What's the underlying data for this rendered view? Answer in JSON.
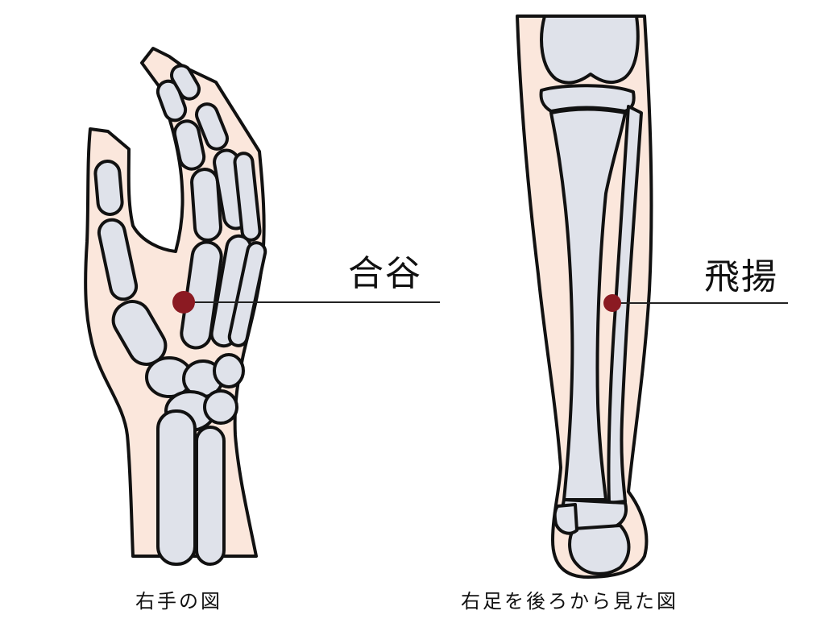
{
  "colors": {
    "skin": "#fbe7dc",
    "bone": "#dfe2ea",
    "outline": "#111111",
    "acupoint": "#8b1a22",
    "leader_line": "#222222"
  },
  "hand": {
    "acupoint_label": "合谷",
    "caption": "右手の図"
  },
  "leg": {
    "acupoint_label": "飛揚",
    "caption": "右足を後ろから見た図"
  }
}
